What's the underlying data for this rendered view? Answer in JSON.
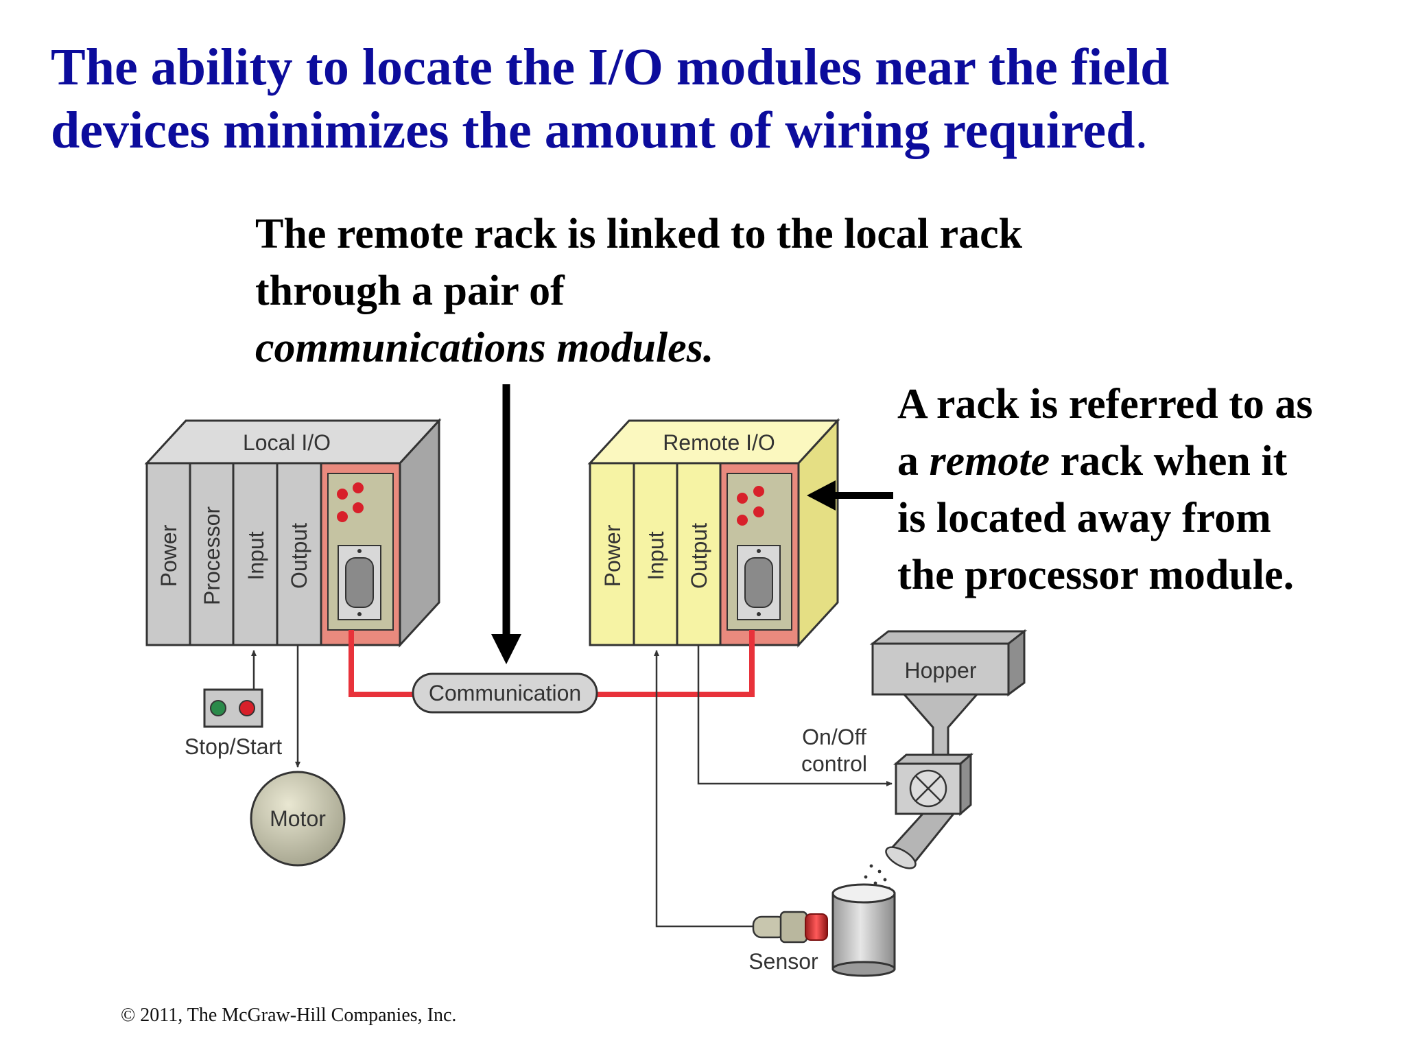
{
  "headline": {
    "line1": "The ability to locate the I/O modules near the field",
    "line2": "devices minimizes the amount of wiring required",
    "period": "."
  },
  "note_top": {
    "line1": "The remote rack is linked to the local rack",
    "line2": "through a pair of",
    "line3": "communications modules."
  },
  "note_right": {
    "line1": "A rack is referred to as",
    "line2_a": "a ",
    "line2_em": "remote",
    "line2_b": " rack when it",
    "line3": "is located away from",
    "line4": "the processor module."
  },
  "diagram": {
    "local_rack": {
      "title": "Local I/O",
      "modules": [
        "Power",
        "Processor",
        "Input",
        "Output"
      ]
    },
    "remote_rack": {
      "title": "Remote I/O",
      "modules": [
        "Power",
        "Input",
        "Output"
      ]
    },
    "communication_label": "Communication",
    "stop_start_label": "Stop/Start",
    "motor_label": "Motor",
    "hopper_label": "Hopper",
    "onoff_line1": "On/Off",
    "onoff_line2": "control",
    "sensor_label": "Sensor",
    "colors": {
      "local_rack_face": "#c9c9c9",
      "remote_rack_face": "#f6f3a4",
      "comm_module": "#e98a7e",
      "link_wire": "#e8323a",
      "led_red": "#d8202a",
      "led_green": "#2a8a4a"
    }
  },
  "copyright": "© 2011, The McGraw-Hill Companies, Inc."
}
